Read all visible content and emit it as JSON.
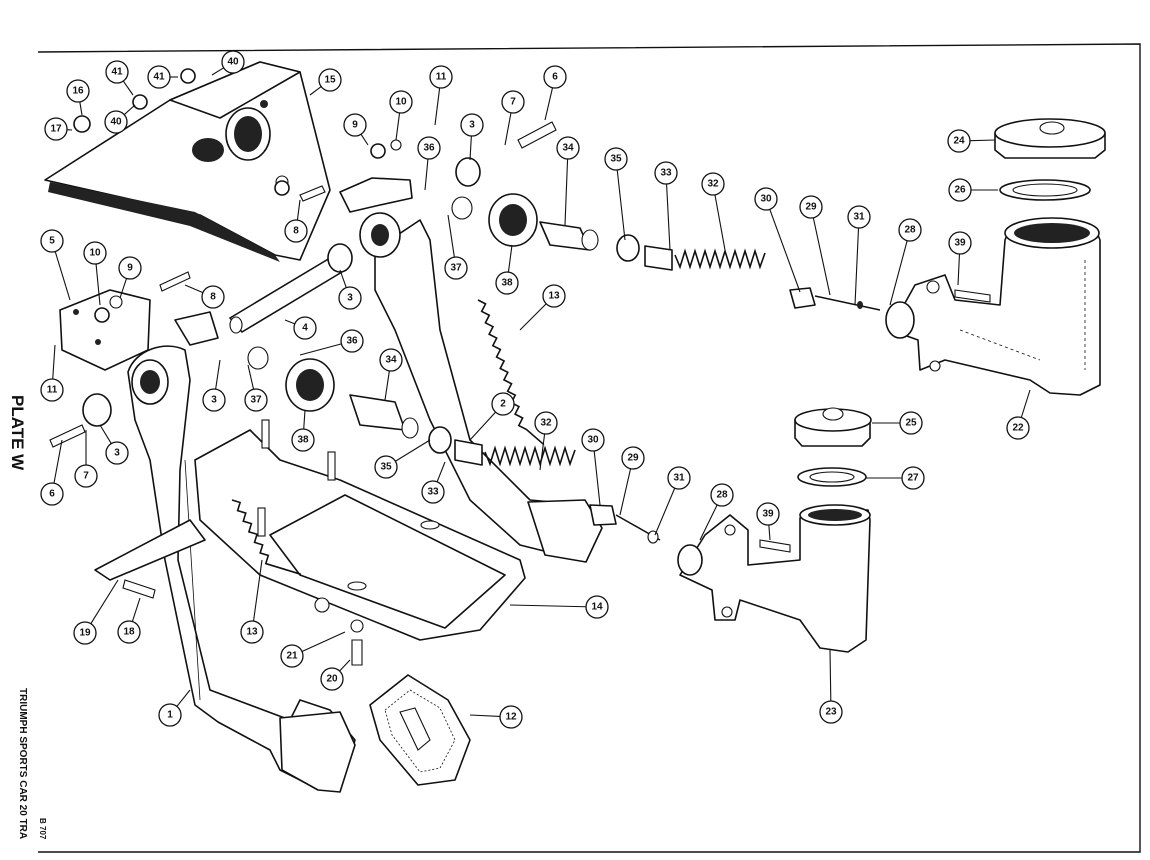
{
  "plate_title": "PLATE W",
  "publication": "TRIUMPH SPORTS CAR 20 TRA",
  "page_code": "B 707",
  "part_numbers": [
    "1",
    "2",
    "3",
    "4",
    "5",
    "6",
    "7",
    "8",
    "9",
    "10",
    "11",
    "12",
    "13",
    "14",
    "15",
    "16",
    "17",
    "18",
    "19",
    "20",
    "21",
    "22",
    "23",
    "24",
    "25",
    "26",
    "27",
    "28",
    "29",
    "30",
    "31",
    "32",
    "33",
    "34",
    "35",
    "36",
    "37",
    "38",
    "39",
    "40",
    "41"
  ]
}
